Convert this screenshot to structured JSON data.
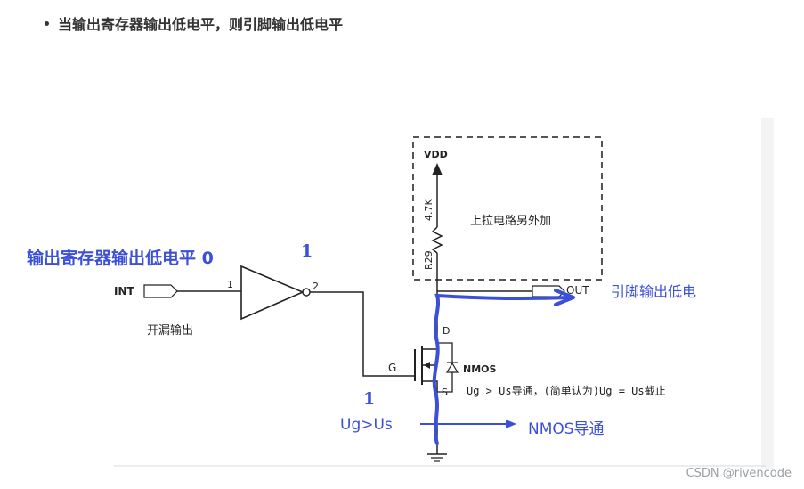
{
  "bullet": {
    "text": "当输出寄存器输出低电平，则引脚输出低电平"
  },
  "diagram": {
    "vdd_label": "VDD",
    "resistor_value": "4.7K",
    "resistor_name": "R29",
    "pullup_box_label": "上拉电路另外加",
    "int_label": "INT",
    "gate_in_pin": "1",
    "gate_out_pin": "2",
    "open_drain_label": "开漏输出",
    "out_label": "OUT",
    "mos_gate": "G",
    "mos_drain": "D",
    "mos_source": "S",
    "mos_type": "NMOS",
    "condition_note": "Ug > Us导通，(简单认为)Ug = Us截止"
  },
  "annotations": {
    "register_output": "输出寄存器输出低电平 0",
    "inverter_output": "1",
    "gate_value": "1",
    "ug_us": "Ug>Us",
    "nmos_on": "NMOS导通",
    "pin_low": "引脚输出低电"
  },
  "colors": {
    "annotation": "#3b4fd8",
    "circuit": "#222222",
    "dashed_box": "#555555"
  },
  "watermark": "CSDN @rivencode"
}
